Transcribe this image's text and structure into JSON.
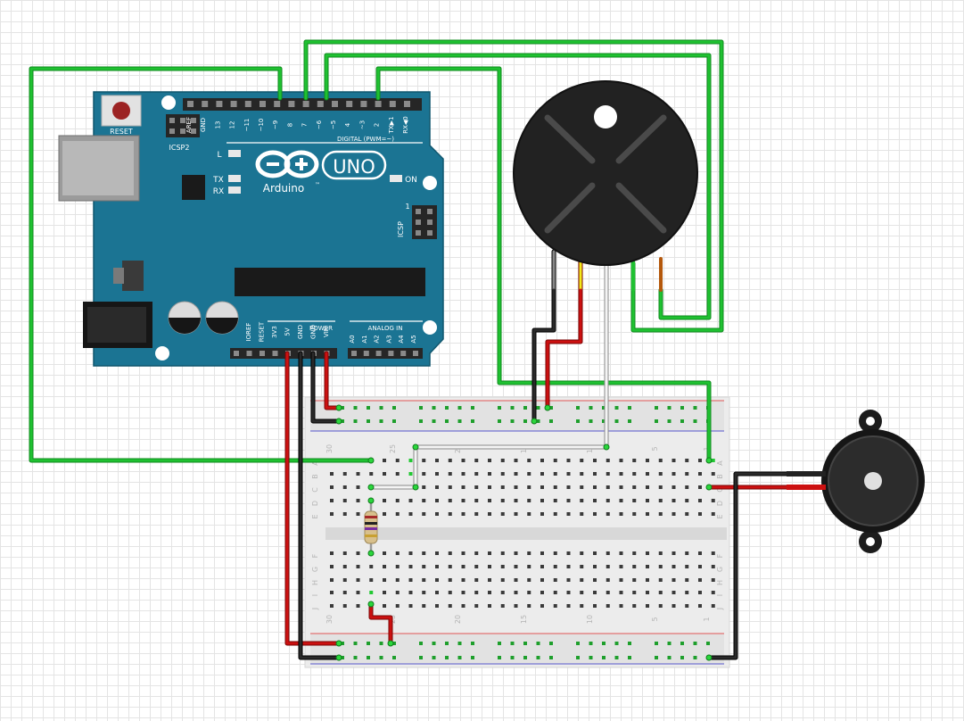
{
  "board": {
    "reset": "RESET",
    "icsp2": "ICSP2",
    "icsp": "ICSP",
    "icsp_num": "1",
    "digital": "DIGITAL (PWM=~)",
    "uno": "UNO",
    "brand": "Arduino",
    "tm": "™",
    "on": "ON",
    "led_l": "L",
    "led_tx": "TX",
    "led_rx": "RX",
    "power": "POWER",
    "analog_in": "ANALOG IN",
    "digital_pins": [
      "AREF",
      "GND",
      "13",
      "12",
      "~11",
      "~10",
      "~9",
      "8",
      "7",
      "~6",
      "~5",
      "4",
      "~3",
      "2",
      "TX▶1",
      "RX◀0"
    ],
    "power_pins": [
      "IOREF",
      "RESET",
      "3V3",
      "5V",
      "GND",
      "GND",
      "VIN"
    ],
    "analog_pins": [
      "A0",
      "A1",
      "A2",
      "A3",
      "A4",
      "A5"
    ]
  },
  "breadboard": {
    "col_top": [
      "30",
      "25",
      "20",
      "15",
      "10",
      "5",
      "1"
    ],
    "col_bottom": [
      "30",
      "25",
      "20",
      "15",
      "10",
      "5",
      "1"
    ],
    "rows_top_left": [
      "A",
      "B",
      "C",
      "D",
      "E"
    ],
    "rows_top_right": [
      "A",
      "B",
      "C",
      "D",
      "E"
    ],
    "rows_bottom_left": [
      "F",
      "G",
      "H",
      "I",
      "J"
    ],
    "rows_bottom_right": [
      "F",
      "G",
      "H",
      "I",
      "J"
    ]
  },
  "colors": {
    "pcb": "#1b7493",
    "wire_green": "#1fc131",
    "wire_red": "#cc1010",
    "wire_black": "#1e1e1e",
    "wire_white": "#e8e8e8",
    "motor": "#222222",
    "buzzer": "#1c1c1c"
  }
}
